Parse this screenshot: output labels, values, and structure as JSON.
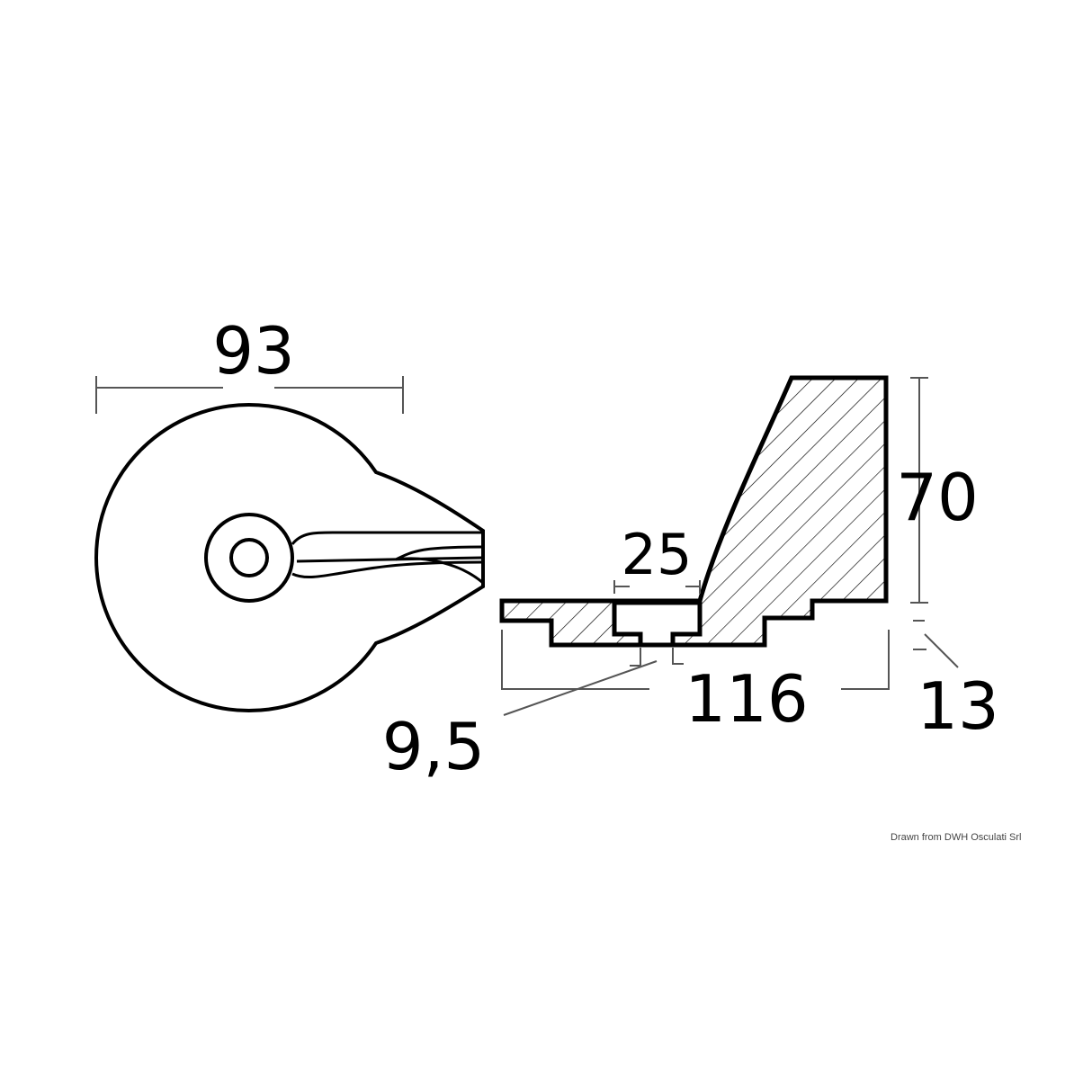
{
  "dimensions": {
    "width": "93",
    "height": "70",
    "slot": "25",
    "step": "13",
    "length": "116",
    "slot_gap": "9,5"
  },
  "credit": "Drawn from DWH Osculati Srl",
  "colors": {
    "line": "#000000",
    "dim_line": "#555555",
    "background": "#ffffff"
  }
}
